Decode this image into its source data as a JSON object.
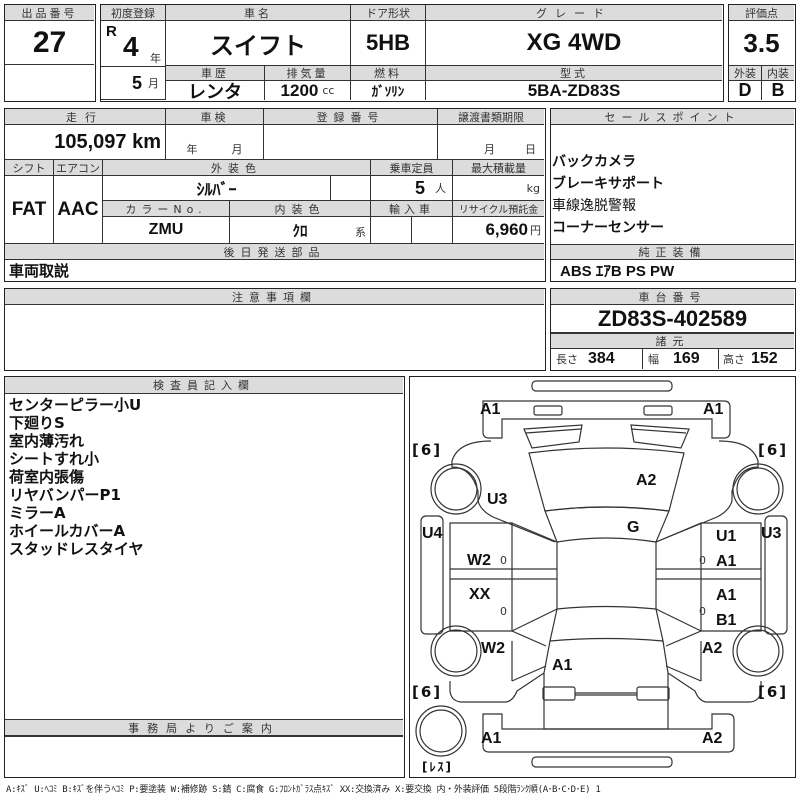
{
  "lot": {
    "label": "出品番号",
    "value": "27"
  },
  "first_reg": {
    "label": "初度登録",
    "era": "R",
    "year": "4",
    "year_unit": "年",
    "month": "5",
    "month_unit": "月"
  },
  "car_name": {
    "label": "車名",
    "value": "スイフト"
  },
  "door": {
    "label": "ドア形状",
    "value": "5HB"
  },
  "grade": {
    "label": "グレード",
    "value": "XG 4WD"
  },
  "score": {
    "label": "評価点",
    "value": "3.5",
    "exterior_label": "外装",
    "exterior": "D",
    "interior_label": "内装",
    "interior": "B"
  },
  "history": {
    "label": "車歴",
    "value": "レンタ"
  },
  "displacement": {
    "label": "排気量",
    "value": "1200",
    "unit": "cc"
  },
  "fuel": {
    "label": "燃料",
    "value": "ｶﾞｿﾘﾝ"
  },
  "model": {
    "label": "型式",
    "value": "5BA-ZD83S"
  },
  "mileage": {
    "label": "走行",
    "value": "105,097 km"
  },
  "inspection": {
    "label": "車検",
    "year_unit": "年",
    "month_unit": "月"
  },
  "registration": {
    "label": "登録番号",
    "value": ""
  },
  "transfer_deadline": {
    "label": "譲渡書類期限",
    "month_unit": "月",
    "day_unit": "日"
  },
  "shift": {
    "label": "シフト",
    "value": "FAT"
  },
  "aircon": {
    "label": "エアコン",
    "value": "AAC"
  },
  "ext_color": {
    "label": "外装色",
    "value": "ｼﾙﾊﾞｰ"
  },
  "color_no": {
    "label": "カラーNo.",
    "value": "ZMU"
  },
  "int_color": {
    "label": "内装色",
    "value": "ｸﾛ",
    "suffix": "系"
  },
  "capacity": {
    "label": "乗車定員",
    "value": "5",
    "unit": "人"
  },
  "max_load": {
    "label": "最大積載量",
    "value": "",
    "unit": "kg"
  },
  "import": {
    "label": "輸入車"
  },
  "recycle": {
    "label": "リサイクル預託金",
    "value": "6,960",
    "unit": "円"
  },
  "later_parts": {
    "label": "後日発送部品",
    "value": "車両取説"
  },
  "sales_points": {
    "label": "セールスポイント",
    "items": [
      "バックカメラ",
      "ブレーキサポート",
      "車線逸脱警報",
      "コーナーセンサー"
    ]
  },
  "equipment": {
    "label": "純正装備",
    "value": "ABS ｴｱB PS PW"
  },
  "notes": {
    "label": "注意事項欄"
  },
  "chassis": {
    "label": "車台番号",
    "value": "ZD83S-402589"
  },
  "specs": {
    "label": "諸元",
    "length_label": "長さ",
    "length": "384",
    "width_label": "幅",
    "width": "169",
    "height_label": "高さ",
    "height": "152"
  },
  "inspector": {
    "label": "検査員記入欄",
    "items": [
      "センターピラー小U",
      "下廻りS",
      "室内薄汚れ",
      "シートすれ小",
      "荷室内張傷",
      "リヤバンパーP1",
      "ミラーA",
      "ホイールカバーA",
      "スタッドレスタイヤ"
    ]
  },
  "office": {
    "label": "事務局よりご案内"
  },
  "diagram": {
    "marks": {
      "front_bumper_left": "A1",
      "front_bumper_right": "A1",
      "hood": "A2",
      "windshield": "G",
      "front_fender_left": "U3",
      "front_pillar_left": "U4",
      "front_door_left": "W2",
      "rear_door_left": "XX",
      "rear_fender_left": "W2",
      "front_fender_right_pillar": "U3",
      "front_door_right_1": "U1",
      "front_door_right_2": "A1",
      "rear_door_right_1": "A1",
      "rear_door_right_2": "B1",
      "rear_fender_right": "A2",
      "trunk": "A1",
      "rear_bumper_left": "A1",
      "rear_bumper_right": "A2"
    },
    "tires": {
      "fl": "6",
      "fr": "6",
      "rl": "6",
      "rr": "6",
      "spare": "ﾚｽ"
    },
    "door_zeros": [
      "0",
      "0",
      "0",
      "0"
    ]
  },
  "legend": "A:ｷｽﾞ U:ﾍｺﾐ B:ｷｽﾞを伴うﾍｺﾐ P:要塗装 W:補修跡 S:錆 C:腐食 G:ﾌﾛﾝﾄｶﾞﾗｽ点ｷｽﾞ XX:交換済み X:要交換 内・外装評価 5段階ﾗﾝｸ順(A･B･C･D･E) 1"
}
